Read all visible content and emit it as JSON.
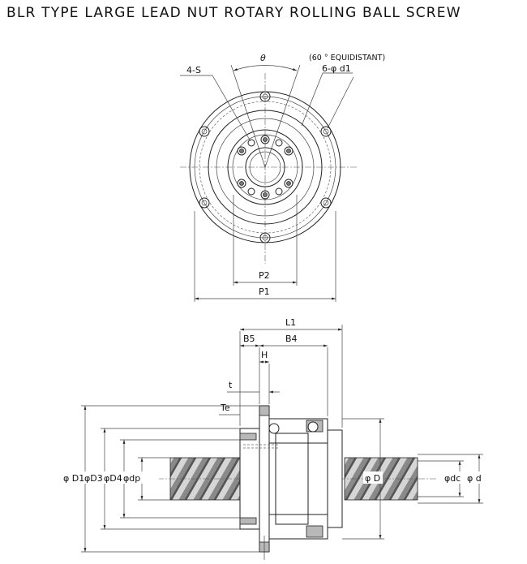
{
  "title": "BLR TYPE LARGE LEAD NUT ROTARY ROLLING BALL SCREW",
  "top_view": {
    "theta": "θ",
    "equidistant_note": "(60 ° EQUIDISTANT)",
    "hole_label_s": "4-S",
    "hole_label_d1": "6-φ d1",
    "p2": "P2",
    "p1": "P1"
  },
  "side_view": {
    "l1": "L1",
    "b5": "B5",
    "b4": "B4",
    "h": "H",
    "t": "t",
    "te": "Te",
    "d1": "φ D1",
    "d3": "φD3",
    "d4": "φD4",
    "dp": "φdp",
    "d": "φ D",
    "dc": "φdc",
    "d_small": "φ d"
  }
}
